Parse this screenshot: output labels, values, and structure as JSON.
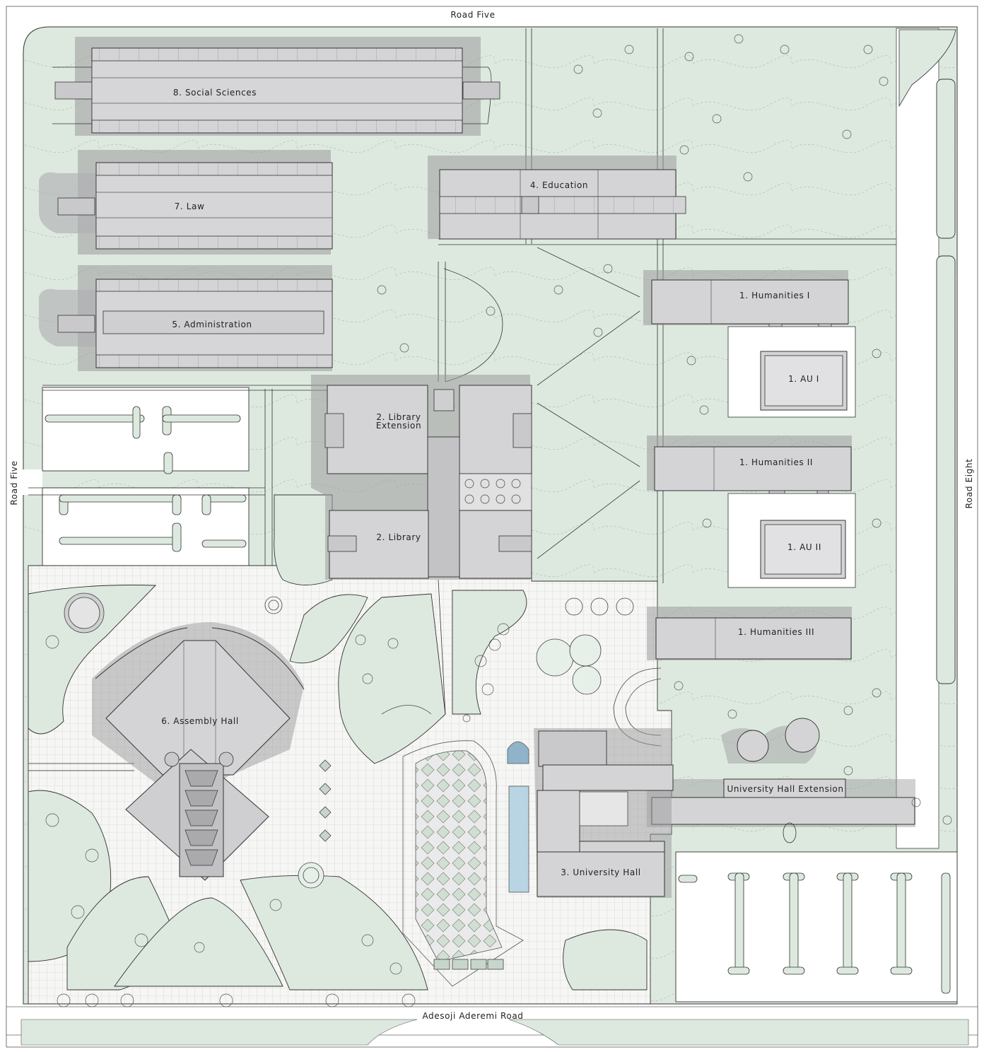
{
  "roads": {
    "top": "Road Five",
    "left": "Road Five",
    "right": "Road Eight",
    "bottom": "Adesoji Aderemi Road"
  },
  "buildings": {
    "social_sciences": "8. Social Sciences",
    "law": "7. Law",
    "administration": "5. Administration",
    "education": "4. Education",
    "library_extension_1": "2. Library",
    "library_extension_2": "Extension",
    "library": "2. Library",
    "humanities_1": "1. Humanities I",
    "au_1": "1. AU I",
    "humanities_2": "1. Humanities II",
    "au_2": "1. AU II",
    "humanities_3": "1. Humanities III",
    "assembly_hall": "6. Assembly Hall",
    "university_hall_extension": "University Hall Extension",
    "university_hall": "3. University Hall"
  },
  "colors": {
    "lawn": "#dde9df",
    "building": "#d3d3d5",
    "shadow": "#9a9a9c",
    "paving": "#f3f3f1",
    "water": "#b9d4e2",
    "line": "#333333"
  }
}
